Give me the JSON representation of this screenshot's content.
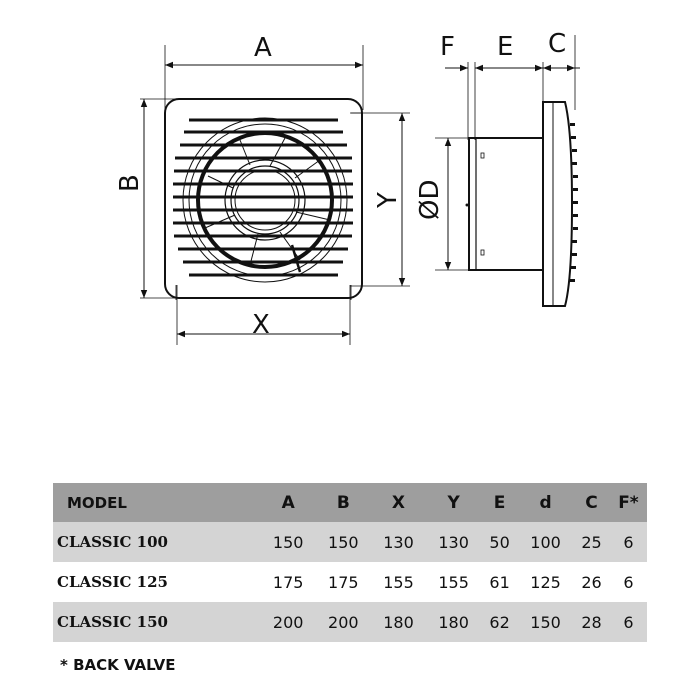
{
  "drawing": {
    "front_view": {
      "labels": {
        "width": "A",
        "height": "B",
        "inner_width": "X",
        "inner_height": "Y"
      }
    },
    "side_view": {
      "labels": {
        "valve": "F",
        "body_length": "E",
        "front_depth": "C",
        "diameter": "ØD"
      }
    }
  },
  "table": {
    "columns": [
      "MODEL",
      "A",
      "B",
      "X",
      "Y",
      "E",
      "d",
      "C",
      "F*"
    ],
    "rows": [
      {
        "model": "CLASSIC 100",
        "A": "150",
        "B": "150",
        "X": "130",
        "Y": "130",
        "E": "50",
        "d": "100",
        "C": "25",
        "F": "6"
      },
      {
        "model": "CLASSIC 125",
        "A": "175",
        "B": "175",
        "X": "155",
        "Y": "155",
        "E": "61",
        "d": "125",
        "C": "26",
        "F": "6"
      },
      {
        "model": "CLASSIC 150",
        "A": "200",
        "B": "200",
        "X": "180",
        "Y": "180",
        "E": "62",
        "d": "150",
        "C": "28",
        "F": "6"
      }
    ],
    "colors": {
      "header_bg": "#9e9e9e",
      "shaded_row_bg": "#d4d4d4"
    }
  },
  "footnote": "* BACK VALVE"
}
